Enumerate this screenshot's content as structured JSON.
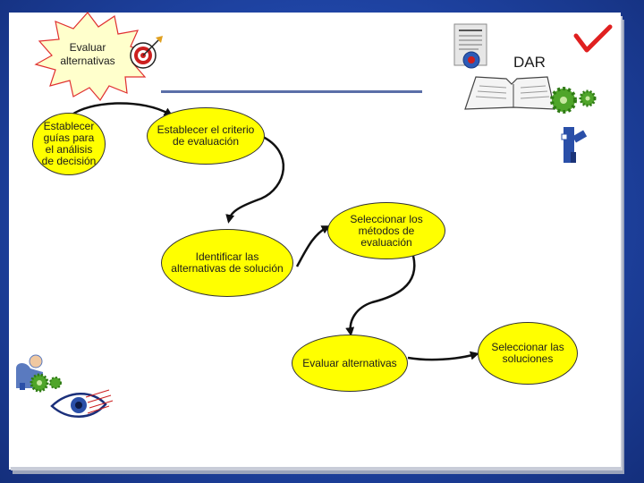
{
  "slide": {
    "burst_label": "Evaluar alternativas",
    "tag": "DAR"
  },
  "nodes": [
    {
      "label": "Establecer guías para el análisis de decisión"
    },
    {
      "label": "Establecer el criterio de evaluación"
    },
    {
      "label": "Identificar las alternativas de solución"
    },
    {
      "label": "Seleccionar los métodos de evaluación"
    },
    {
      "label": "Evaluar alternativas"
    },
    {
      "label": "Seleccionar las soluciones"
    }
  ],
  "colors": {
    "node_fill": "#ffff00",
    "background": "#1f44a4",
    "burst_fill": "#ffffcc",
    "burst_stroke": "#e03030",
    "checkmark": "#e02020",
    "gear": "#4fa52a"
  },
  "icons": [
    "target-icon",
    "book-icon",
    "document-icon",
    "gear-icon",
    "checkmark-icon",
    "person-icon",
    "eye-icon"
  ]
}
